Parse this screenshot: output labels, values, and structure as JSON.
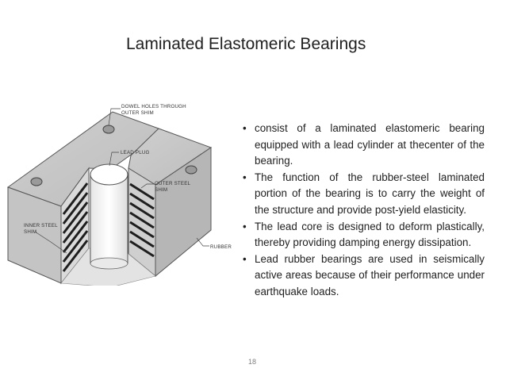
{
  "slide": {
    "title": "Laminated Elastomeric Bearings",
    "page_number": "18"
  },
  "diagram": {
    "labels": {
      "dowel_holes_line1": "DOWEL HOLES THROUGH",
      "dowel_holes_line2": "OUTER SHIM",
      "lead_plug": "LEAD PLUG",
      "outer_steel_line1": "OUTER STEEL",
      "outer_steel_line2": "SHIM",
      "inner_steel_line1": "INNER STEEL",
      "inner_steel_line2": "SHIM",
      "rubber": "RUBBER"
    }
  },
  "bullets": [
    {
      "marker": "•",
      "text": "consist of a laminated elastomeric bearing equipped with a lead cylinder at thecenter of the bearing."
    },
    {
      "marker": "•",
      "text": "The function of the rubber-steel laminated portion of the bearing is to carry the weight of the structure and provide post-yield elasticity."
    },
    {
      "marker": "•",
      "text": "The lead core is designed to deform plastically, thereby providing damping energy dissipation."
    },
    {
      "marker": "•",
      "text": "Lead rubber bearings are used in seismically active areas because of their performance under earthquake loads."
    }
  ]
}
